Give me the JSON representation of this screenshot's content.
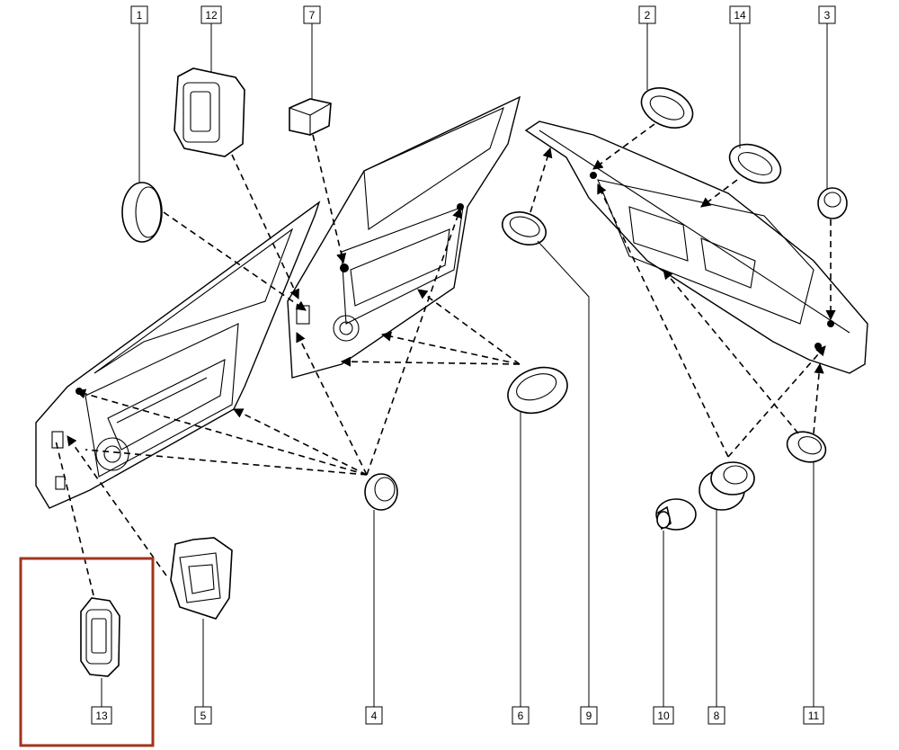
{
  "diagram": {
    "callouts": [
      "1",
      "12",
      "7",
      "2",
      "14",
      "3",
      "13",
      "5",
      "4",
      "6",
      "9",
      "10",
      "8",
      "11"
    ],
    "highlight_color": "#a0341c",
    "highlighted_part": "13"
  }
}
